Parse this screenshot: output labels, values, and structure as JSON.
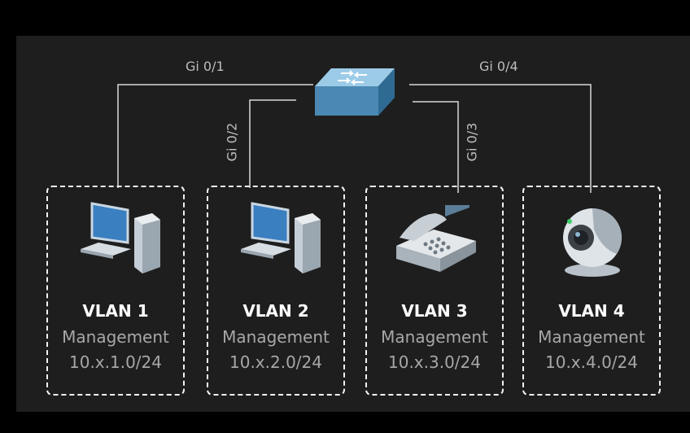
{
  "ports": [
    {
      "label": "Gi 0/1"
    },
    {
      "label": "Gi 0/2"
    },
    {
      "label": "Gi 0/3"
    },
    {
      "label": "Gi 0/4"
    }
  ],
  "vlans": [
    {
      "name": "VLAN 1",
      "role": "Management",
      "subnet": "10.x.1.0/24",
      "device": "desktop-pc-icon"
    },
    {
      "name": "VLAN 2",
      "role": "Management",
      "subnet": "10.x.2.0/24",
      "device": "desktop-pc-icon"
    },
    {
      "name": "VLAN 3",
      "role": "Management",
      "subnet": "10.x.3.0/24",
      "device": "ip-phone-icon"
    },
    {
      "name": "VLAN 4",
      "role": "Management",
      "subnet": "10.x.4.0/24",
      "device": "webcam-icon"
    }
  ],
  "colors": {
    "background": "#1e1e1e",
    "outer": "#000000",
    "box_border": "#f2f2f2",
    "link": "#d9d9d9",
    "switch": "#5b9ac4"
  }
}
